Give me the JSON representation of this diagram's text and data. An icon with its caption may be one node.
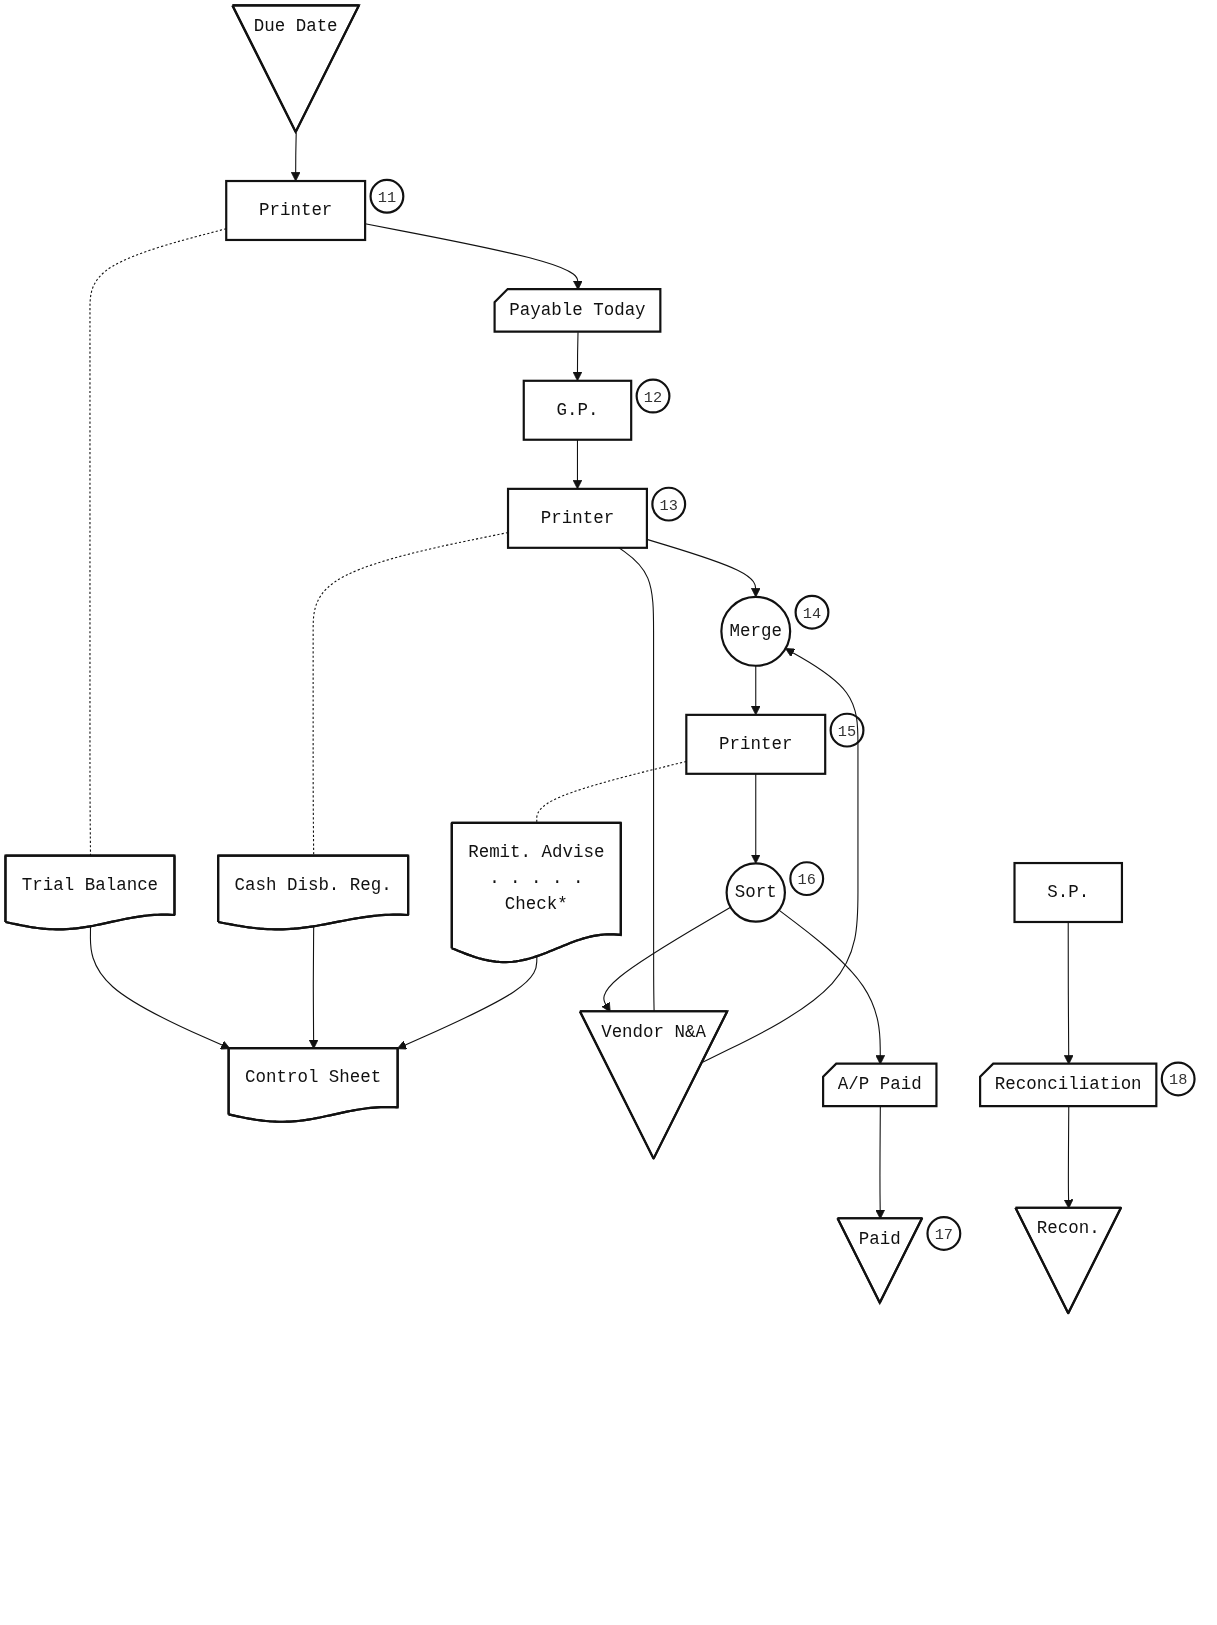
{
  "diagram": {
    "nodes": [
      {
        "text": [
          "Control Sheet"
        ]
      },
      {
        "text": [
          "Due Date"
        ]
      },
      {
        "text": [
          "Printer"
        ],
        "beside": [
          "11"
        ]
      },
      {
        "text": [
          "Trial Balance"
        ]
      },
      {
        "text": [
          "Payable Today"
        ]
      },
      {
        "text": [
          "G.P."
        ],
        "beside": [
          "12"
        ]
      },
      {
        "text": [
          "Printer"
        ],
        "beside": [
          "13"
        ]
      },
      {
        "text": [
          "Cash Disb. Reg."
        ]
      },
      {
        "text": [
          "Vendor N&A"
        ]
      },
      {
        "text": [
          "Merge"
        ],
        "beside": [
          "14"
        ]
      },
      {
        "text": [
          "Printer"
        ],
        "beside": [
          "15"
        ]
      },
      {
        "text": [
          "Remit. Advise",
          ". . . . .",
          "Check*"
        ]
      },
      {
        "text": [
          "S.P."
        ]
      },
      {
        "text": [
          "Sort"
        ],
        "beside": [
          "16"
        ]
      },
      {
        "text": [
          "A/P Paid"
        ]
      },
      {
        "text": [
          "Paid"
        ],
        "beside": [
          "17"
        ]
      },
      {
        "text": [
          "Reconciliation"
        ],
        "beside": [
          "18"
        ]
      },
      {
        "text": [
          "Recon."
        ]
      }
    ],
    "edges": [
      {
        "from": 1,
        "to": 2,
        "arrow": "to"
      },
      {
        "from": 2,
        "to": 4,
        "arrow": "to"
      },
      {
        "from": 2,
        "to": 3,
        "arrow": "none",
        "style": "dashed"
      },
      {
        "from": 4,
        "to": 5,
        "arrow": "to"
      },
      {
        "from": 5,
        "to": 6,
        "arrow": "to"
      },
      {
        "from": 6,
        "to": 7,
        "arrow": "none",
        "style": "dashed"
      },
      {
        "from": 8,
        "to": 6,
        "arrow": "none"
      },
      {
        "from": 8,
        "to": 9,
        "arrow": "to"
      },
      {
        "from": 6,
        "to": 9,
        "arrow": "to"
      },
      {
        "from": 9,
        "to": 10,
        "arrow": "to"
      },
      {
        "from": 10,
        "to": 11,
        "arrow": "none",
        "style": "dashed"
      },
      {
        "from": 10,
        "to": 13,
        "arrow": "to"
      },
      {
        "from": 13,
        "to": 8,
        "arrow": "to"
      },
      {
        "from": 13,
        "to": 14,
        "arrow": "to"
      },
      {
        "from": 14,
        "to": 15,
        "arrow": "to"
      },
      {
        "from": 12,
        "to": 16,
        "arrow": "to"
      },
      {
        "from": 16,
        "to": 17,
        "arrow": "to"
      },
      {
        "from": 3,
        "to": 0,
        "arrow": "to"
      },
      {
        "from": 7,
        "to": 0,
        "arrow": "to"
      },
      {
        "from": 11,
        "to": 0,
        "arrow": "to"
      }
    ]
  }
}
